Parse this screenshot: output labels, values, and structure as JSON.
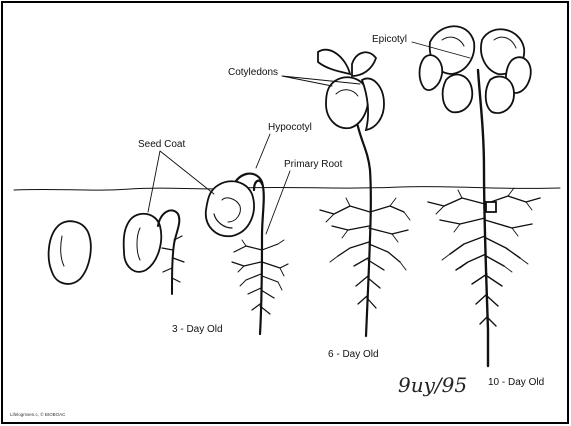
{
  "labels": {
    "seed_coat": "Seed Coat",
    "hypocotyl": "Hypocotyl",
    "primary_root": "Primary Root",
    "cotyledons": "Cotyledons",
    "epicotyl": "Epicotyl",
    "day3": "3 - Day Old",
    "day6": "6 - Day Old",
    "day10": "10 - Day Old"
  },
  "signature": "9uy/95",
  "credit": "Lifelogmsen.c, © BIOBOAC",
  "colors": {
    "ink": "#111111",
    "background": "#ffffff",
    "border": "#000000"
  }
}
